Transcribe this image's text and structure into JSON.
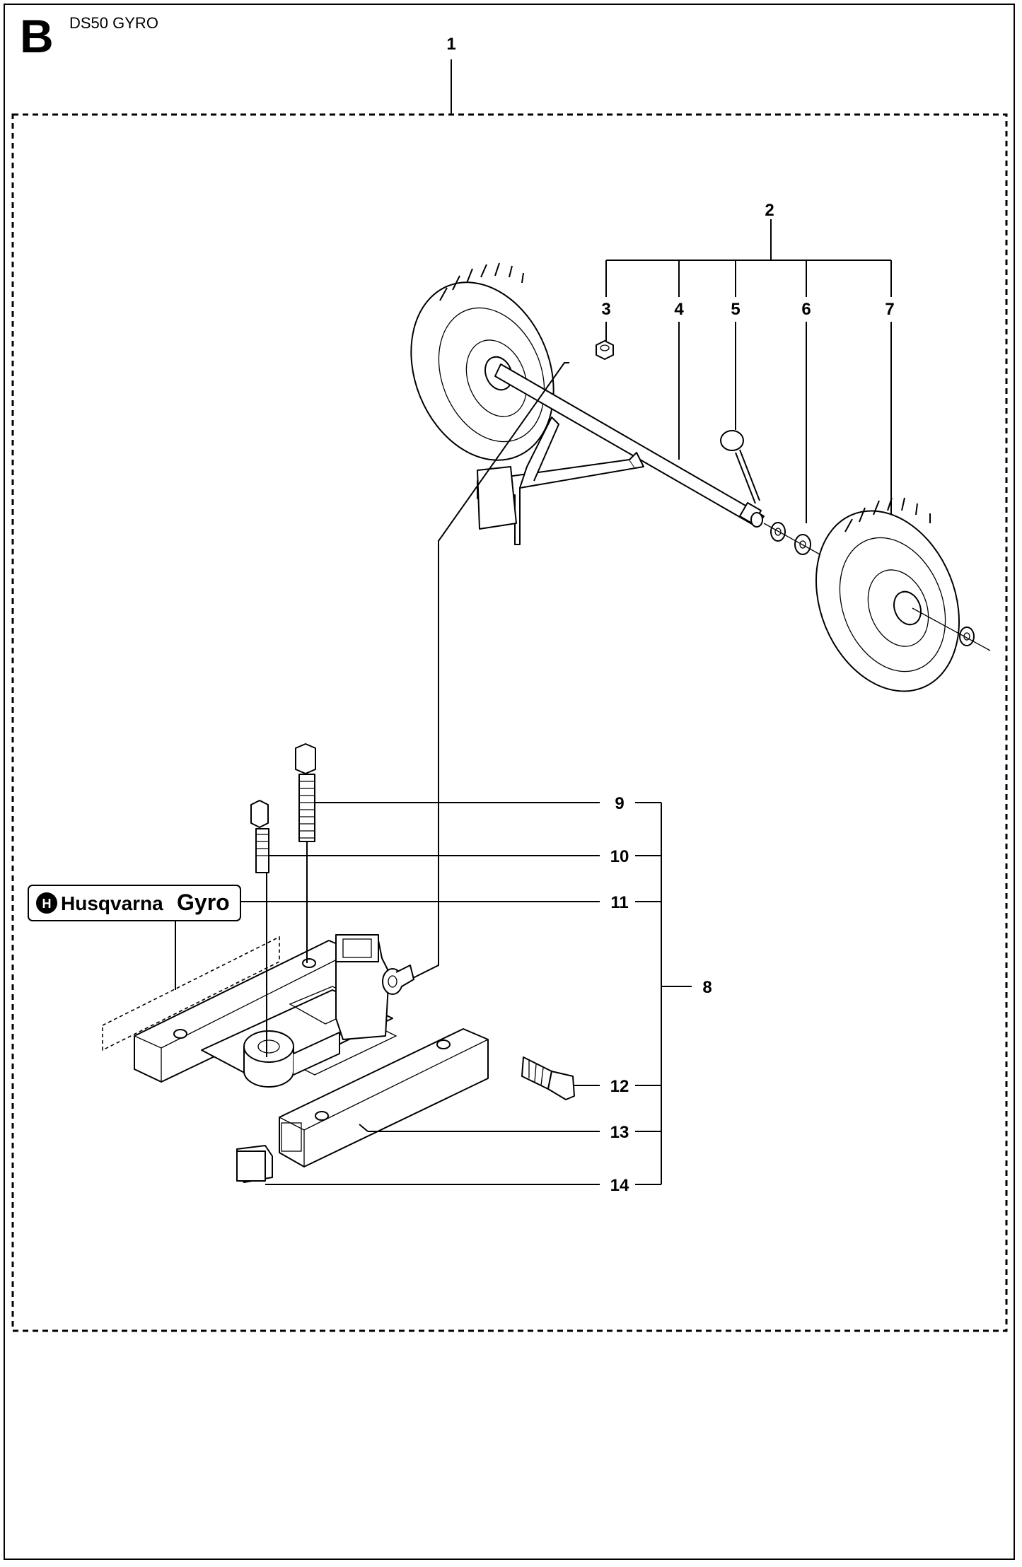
{
  "header": {
    "section_letter": "B",
    "model": "DS50 GYRO"
  },
  "callouts": {
    "c1": "1",
    "c2": "2",
    "c3": "3",
    "c4": "4",
    "c5": "5",
    "c6": "6",
    "c7": "7",
    "c8": "8",
    "c9": "9",
    "c10": "10",
    "c11": "11",
    "c12": "12",
    "c13": "13",
    "c14": "14"
  },
  "decal": {
    "brand": "Husqvarna",
    "product": "Gyro"
  }
}
